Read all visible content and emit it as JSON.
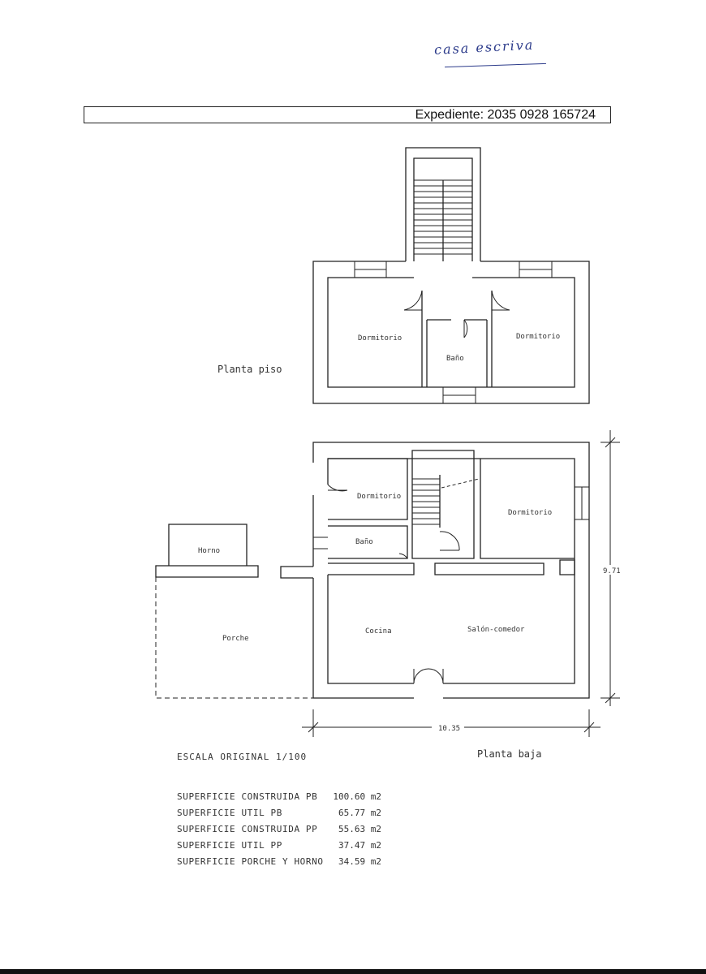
{
  "handwritten_note": "casa escriva",
  "expediente": "Expediente: 2035 0928 165724",
  "upper_floor": {
    "label": "Planta piso",
    "rooms": [
      "Dormitorio",
      "Baño",
      "Dormitorio"
    ]
  },
  "ground_floor": {
    "label": "Planta baja",
    "rooms": [
      "Dormitorio",
      "Baño",
      "Dormitorio",
      "Cocina",
      "Salón-comedor",
      "Horno",
      "Porche"
    ],
    "dimension_width": "10.35",
    "dimension_height": "9.71"
  },
  "scale": "ESCALA ORIGINAL 1/100",
  "areas": [
    {
      "name": "SUPERFICIE CONSTRUIDA PB",
      "value": "100.60 m2"
    },
    {
      "name": "SUPERFICIE UTIL PB",
      "value": "65.77 m2"
    },
    {
      "name": "SUPERFICIE CONSTRUIDA PP",
      "value": "55.63 m2"
    },
    {
      "name": "SUPERFICIE UTIL PP",
      "value": "37.47 m2"
    },
    {
      "name": "SUPERFICIE PORCHE Y HORNO",
      "value": "34.59 m2"
    }
  ]
}
